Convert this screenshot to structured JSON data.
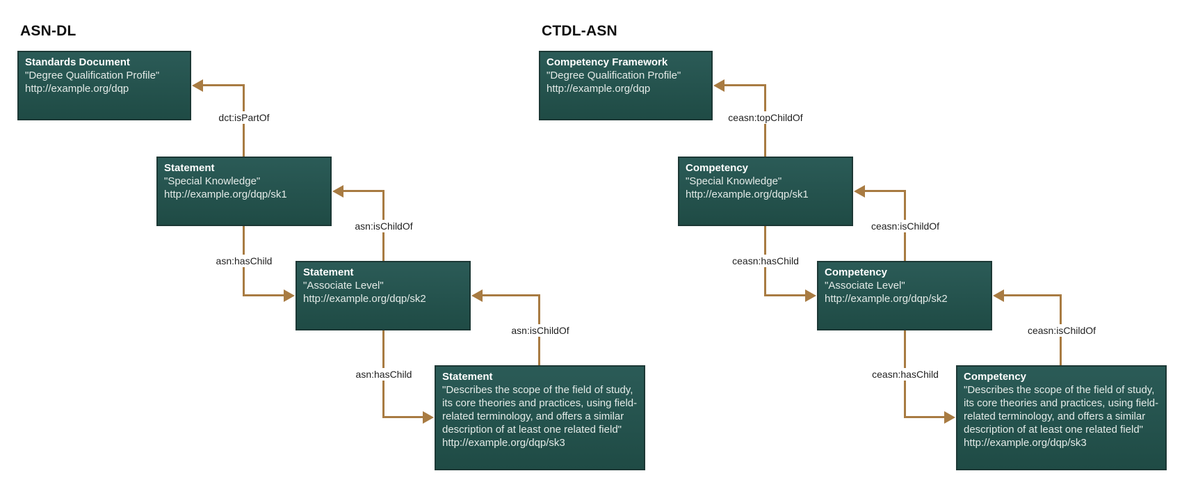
{
  "page": {
    "background": "#ffffff"
  },
  "colors": {
    "box_fill_top": "#2b5b57",
    "box_fill_bottom": "#1f4b45",
    "box_border": "#1c3835",
    "box_title_text": "#ffffff",
    "box_body_text": "#e3eae7",
    "arrow": "#a87b42",
    "edge_label_text": "#1f1f1f",
    "diagram_title_text": "#111111"
  },
  "diagrams": [
    {
      "title": "ASN-DL",
      "boxes": [
        {
          "type": "Standards Document",
          "quote": "\"Degree Qualification Profile\"",
          "url": "http://example.org/dqp"
        },
        {
          "type": "Statement",
          "quote": "\"Special Knowledge\"",
          "url": "http://example.org/dqp/sk1"
        },
        {
          "type": "Statement",
          "quote": "\"Associate Level\"",
          "url": "http://example.org/dqp/sk2"
        },
        {
          "type": "Statement",
          "quote_lines": [
            "\"Describes the scope of the field of study,",
            "its core theories and practices, using field-",
            "related terminology, and offers a similar",
            "description of at least one related field\""
          ],
          "url": "http://example.org/dqp/sk3"
        }
      ],
      "edges": [
        {
          "label": "dct:isPartOf"
        },
        {
          "label": "asn:isChildOf"
        },
        {
          "label": "asn:hasChild"
        },
        {
          "label": "asn:isChildOf"
        },
        {
          "label": "asn:hasChild"
        }
      ]
    },
    {
      "title": "CTDL-ASN",
      "boxes": [
        {
          "type": "Competency Framework",
          "quote": "\"Degree Qualification Profile\"",
          "url": "http://example.org/dqp"
        },
        {
          "type": "Competency",
          "quote": "\"Special Knowledge\"",
          "url": "http://example.org/dqp/sk1"
        },
        {
          "type": "Competency",
          "quote": "\"Associate Level\"",
          "url": "http://example.org/dqp/sk2"
        },
        {
          "type": "Competency",
          "quote_lines": [
            "\"Describes the scope of the field of study,",
            "its core theories and practices, using field-",
            "related terminology, and offers a similar",
            "description of at least one related field\""
          ],
          "url": "http://example.org/dqp/sk3"
        }
      ],
      "edges": [
        {
          "label": "ceasn:topChildOf"
        },
        {
          "label": "ceasn:isChildOf"
        },
        {
          "label": "ceasn:hasChild"
        },
        {
          "label": "ceasn:isChildOf"
        },
        {
          "label": "ceasn:hasChild"
        }
      ]
    }
  ]
}
